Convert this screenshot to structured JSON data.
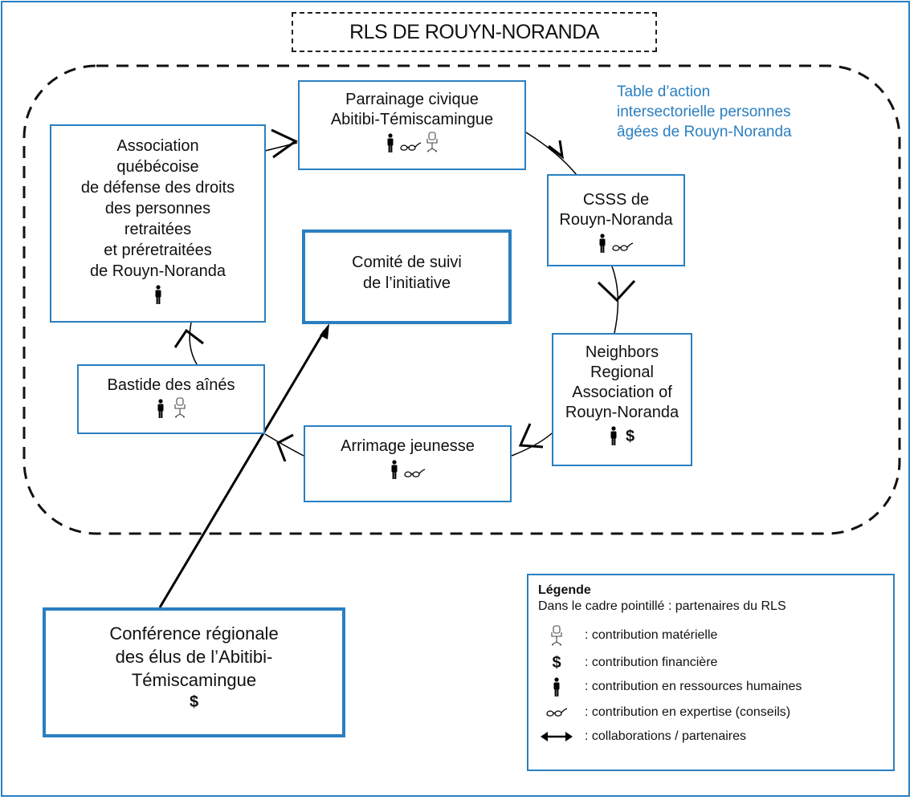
{
  "title": "RLS DE ROUYN-NORANDA",
  "table_label": [
    "Table d’action",
    "intersectorielle personnes",
    "âgées de Rouyn-Noranda"
  ],
  "nodes": {
    "parrainage": {
      "lines": [
        "Parrainage civique",
        "Abitibi-Témiscamingue"
      ]
    },
    "csss": {
      "lines": [
        "CSSS de",
        "Rouyn-Noranda"
      ]
    },
    "neighbors": {
      "lines": [
        "Neighbors",
        "Regional",
        "Association of",
        "Rouyn-Noranda"
      ],
      "dollar": "$"
    },
    "arrimage": {
      "lines": [
        "Arrimage jeunesse"
      ]
    },
    "bastide": {
      "lines": [
        "Bastide des aînés"
      ]
    },
    "association": {
      "lines": [
        "Association",
        "québécoise",
        "de défense des droits",
        "des personnes",
        "retraitées",
        "et préretraitées",
        "de Rouyn-Noranda"
      ]
    },
    "comite": {
      "lines": [
        "Comité de suivi",
        "de l’initiative"
      ]
    },
    "conference": {
      "lines": [
        "Conférence régionale",
        "des élus de l’Abitibi-",
        "Témiscamingue"
      ],
      "dollar": "$"
    }
  },
  "legend": {
    "title": "Légende",
    "description": "Dans le cadre pointillé : partenaires du RLS",
    "items": [
      {
        "icon": "chair-icon",
        "label": ": contribution matérielle"
      },
      {
        "icon": "dollar-icon",
        "symbol": "$",
        "label": ": contribution financière"
      },
      {
        "icon": "person-icon",
        "label": ": contribution en ressources humaines"
      },
      {
        "icon": "glasses-icon",
        "label": ": contribution en expertise (conseils)"
      },
      {
        "icon": "double-arrow-icon",
        "label": ": collaborations / partenaires"
      }
    ]
  },
  "colors": {
    "frame": "#2a7fc1",
    "accent_text": "#2a7fc1",
    "line": "#000000"
  }
}
